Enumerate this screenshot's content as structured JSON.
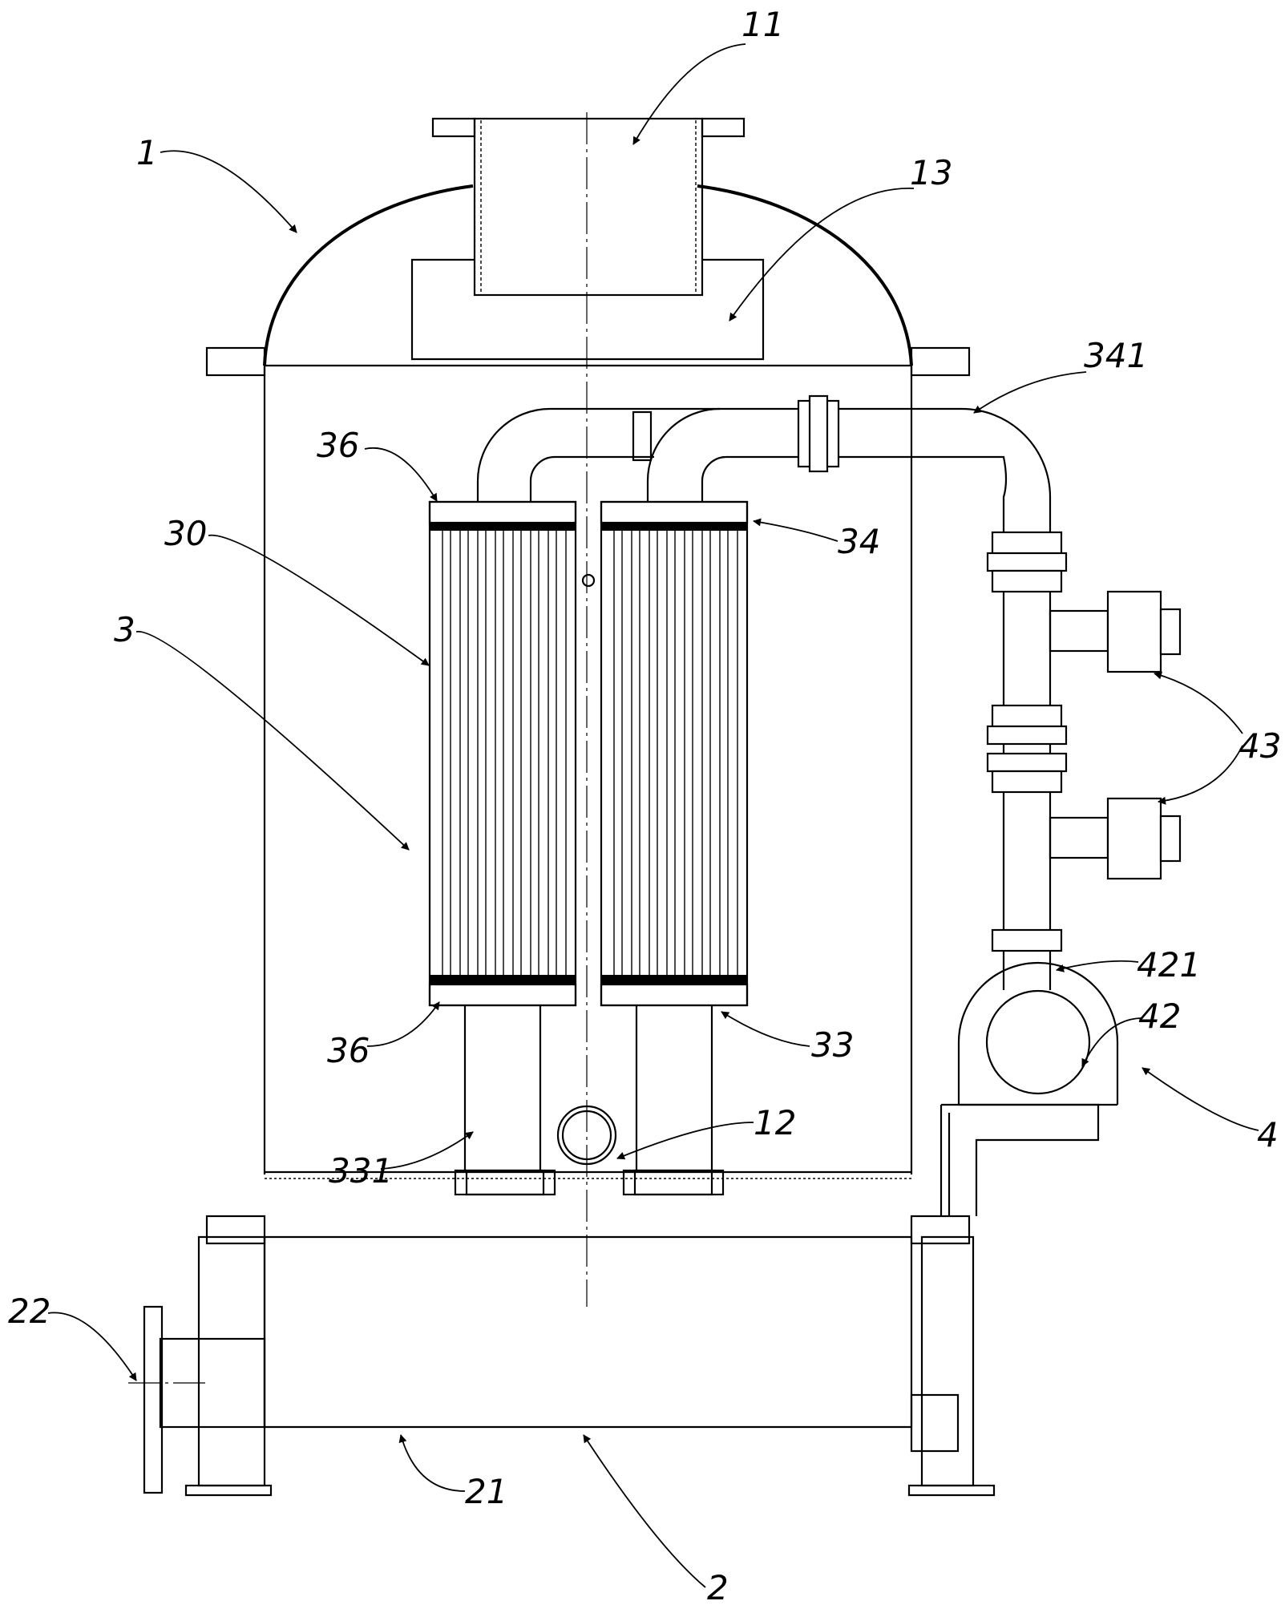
{
  "labels": [
    {
      "id": "1",
      "text": "1"
    },
    {
      "id": "11",
      "text": "11"
    },
    {
      "id": "13",
      "text": "13"
    },
    {
      "id": "341",
      "text": "341"
    },
    {
      "id": "36a",
      "text": "36"
    },
    {
      "id": "34",
      "text": "34"
    },
    {
      "id": "30",
      "text": "30"
    },
    {
      "id": "3",
      "text": "3"
    },
    {
      "id": "43",
      "text": "43"
    },
    {
      "id": "421",
      "text": "421"
    },
    {
      "id": "42",
      "text": "42"
    },
    {
      "id": "36b",
      "text": "36"
    },
    {
      "id": "33",
      "text": "33"
    },
    {
      "id": "4",
      "text": "4"
    },
    {
      "id": "12",
      "text": "12"
    },
    {
      "id": "331",
      "text": "331"
    },
    {
      "id": "22",
      "text": "22"
    },
    {
      "id": "21",
      "text": "21"
    },
    {
      "id": "2",
      "text": "2"
    }
  ]
}
